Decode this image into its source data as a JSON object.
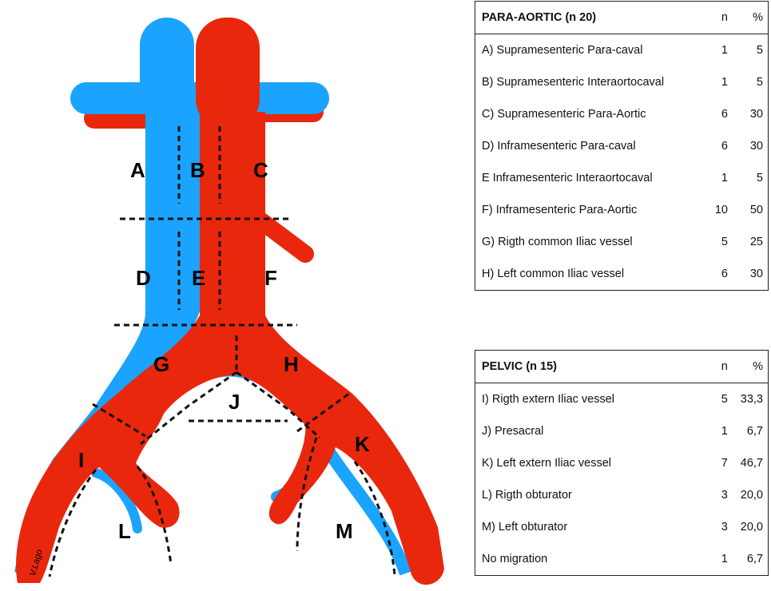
{
  "diagram": {
    "zones": [
      "A",
      "B",
      "C",
      "D",
      "E",
      "F",
      "G",
      "H",
      "I",
      "J",
      "K",
      "L",
      "M"
    ],
    "signature": "V.Lago",
    "colors": {
      "vein": "#1aa3ff",
      "artery": "#e8270d",
      "divider": "#111111"
    }
  },
  "tables": {
    "paraaortic": {
      "title": "PARA-AORTIC (n 20)",
      "col_n": "n",
      "col_pct": "%",
      "rows": [
        {
          "label": "A) Supramesenteric Para-caval",
          "n": "1",
          "pct": "5"
        },
        {
          "label": "B) Supramesenteric Interaortocaval",
          "n": "1",
          "pct": "5"
        },
        {
          "label": "C) Supramesenteric Para-Aortic",
          "n": "6",
          "pct": "30"
        },
        {
          "label": "D) Inframesenteric Para-caval",
          "n": "6",
          "pct": "30"
        },
        {
          "label": "E Inframesenteric Interaortocaval",
          "n": "1",
          "pct": "5"
        },
        {
          "label": "F) Inframesenteric Para-Aortic",
          "n": "10",
          "pct": "50"
        },
        {
          "label": "G) Rigth common Iliac vessel",
          "n": "5",
          "pct": "25"
        },
        {
          "label": "H) Left common Iliac vessel",
          "n": "6",
          "pct": "30"
        }
      ]
    },
    "pelvic": {
      "title": "PELVIC (n 15)",
      "col_n": "n",
      "col_pct": "%",
      "rows": [
        {
          "label": "I)  Rigth extern Iliac vessel",
          "n": "5",
          "pct": "33,3"
        },
        {
          "label": "J) Presacral",
          "n": "1",
          "pct": "6,7"
        },
        {
          "label": "K) Left extern Iliac vessel",
          "n": "7",
          "pct": "46,7"
        },
        {
          "label": "L) Rigth obturator",
          "n": "3",
          "pct": "20,0"
        },
        {
          "label": "M) Left obturator",
          "n": "3",
          "pct": "20,0"
        },
        {
          "label": "No migration",
          "n": "1",
          "pct": "6,7"
        }
      ]
    }
  }
}
